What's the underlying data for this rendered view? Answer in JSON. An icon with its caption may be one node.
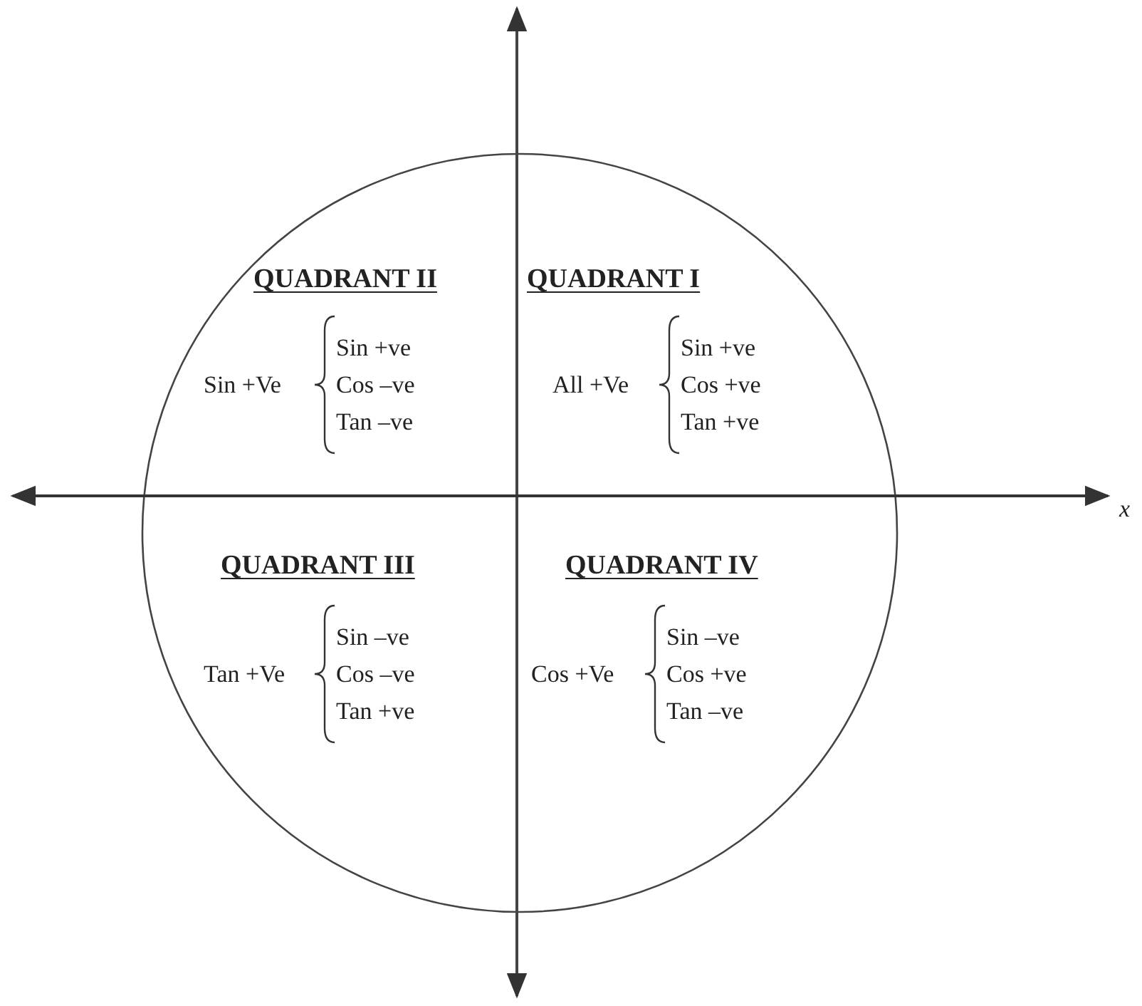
{
  "diagram": {
    "labels": [
      "QUADRANT II",
      "QUADRANT I",
      "Sin +Ve",
      "Sin +ve",
      "Cos –ve",
      "Tan –ve",
      "All +Ve",
      "Sin +ve",
      "Cos +ve",
      "Tan +ve",
      "x",
      "QUADRANT III",
      "QUADRANT IV",
      "Tan +Ve",
      "Sin –ve",
      "Cos –ve",
      "Tan +ve",
      "Cos +Ve",
      "Sin –ve",
      "Cos +ve",
      "Tan –ve"
    ]
  }
}
